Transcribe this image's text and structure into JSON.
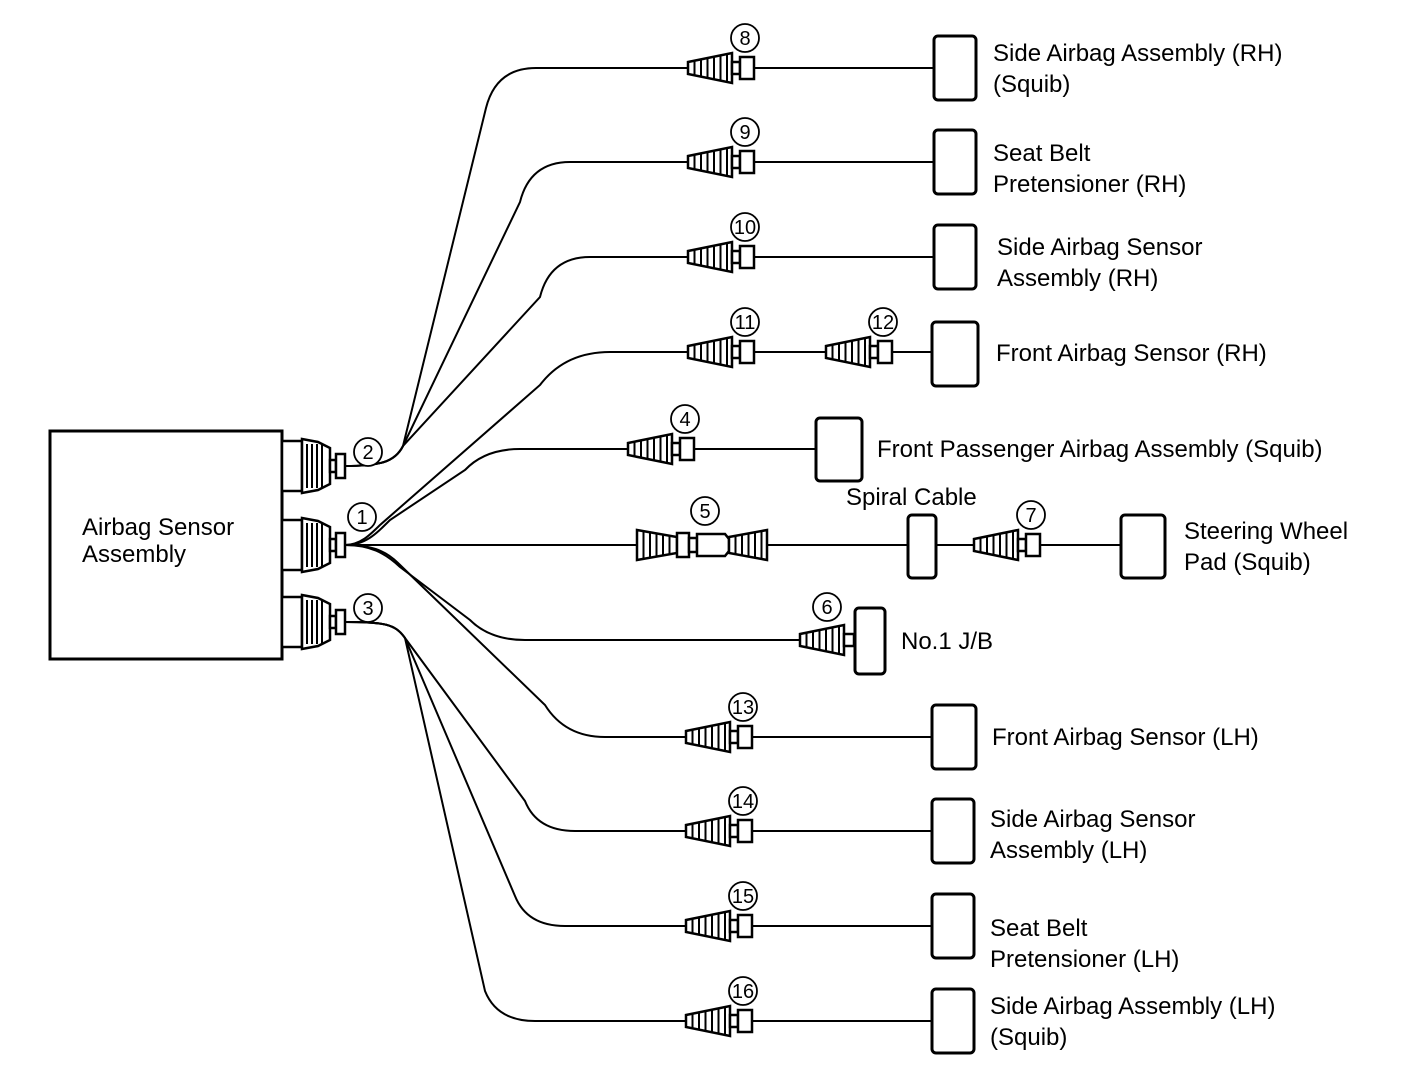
{
  "diagram": {
    "title": "Airbag System Wiring Connector Layout",
    "colors": {
      "line": "#000000",
      "background": "#ffffff"
    },
    "main_unit": {
      "label_lines": [
        "Airbag Sensor",
        "Assembly"
      ]
    },
    "harness_connectors": [
      {
        "id": "2",
        "label": "2",
        "feeds": [
          "8",
          "9",
          "10"
        ]
      },
      {
        "id": "1",
        "label": "1",
        "feeds": [
          "11",
          "4",
          "5",
          "6",
          "13"
        ]
      },
      {
        "id": "3",
        "label": "3",
        "feeds": [
          "14",
          "15",
          "16"
        ]
      }
    ],
    "branches": [
      {
        "id": "8",
        "source": "2",
        "connectors": [
          "8"
        ],
        "component_lines": [
          "Side Airbag Assembly (RH)",
          "(Squib)"
        ]
      },
      {
        "id": "9",
        "source": "2",
        "connectors": [
          "9"
        ],
        "component_lines": [
          "Seat Belt",
          "Pretensioner (RH)"
        ]
      },
      {
        "id": "10",
        "source": "2",
        "connectors": [
          "10"
        ],
        "component_lines": [
          "Side Airbag Sensor",
          "Assembly (RH)"
        ]
      },
      {
        "id": "11",
        "source": "1",
        "connectors": [
          "11",
          "12"
        ],
        "component_lines": [
          "Front Airbag Sensor (RH)"
        ]
      },
      {
        "id": "4",
        "source": "1",
        "connectors": [
          "4"
        ],
        "component_lines": [
          "Front Passenger Airbag Assembly (Squib)"
        ]
      },
      {
        "id": "5",
        "source": "1",
        "connectors": [
          "5",
          "7"
        ],
        "intermediate": "Spiral Cable",
        "component_lines": [
          "Steering Wheel",
          "Pad (Squib)"
        ]
      },
      {
        "id": "6",
        "source": "1",
        "connectors": [
          "6"
        ],
        "component_lines": [
          "No.1 J/B"
        ]
      },
      {
        "id": "13",
        "source": "1",
        "connectors": [
          "13"
        ],
        "component_lines": [
          "Front Airbag Sensor (LH)"
        ]
      },
      {
        "id": "14",
        "source": "3",
        "connectors": [
          "14"
        ],
        "component_lines": [
          "Side Airbag Sensor",
          "Assembly (LH)"
        ]
      },
      {
        "id": "15",
        "source": "3",
        "connectors": [
          "15"
        ],
        "component_lines": [
          "Seat Belt",
          "Pretensioner (LH)"
        ]
      },
      {
        "id": "16",
        "source": "3",
        "connectors": [
          "16"
        ],
        "component_lines": [
          "Side Airbag Assembly (LH)",
          "(Squib)"
        ]
      }
    ]
  }
}
